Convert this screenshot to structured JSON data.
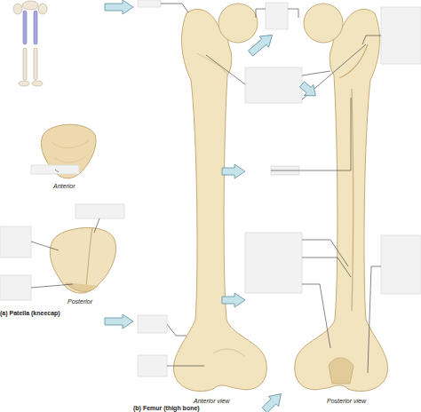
{
  "diagram": {
    "labels": [
      "Anterior",
      "Posterior",
      "(a) Patella (kneecap)",
      "Anterior view",
      "Posterior view",
      "(b) Femur (thigh bone)"
    ]
  }
}
